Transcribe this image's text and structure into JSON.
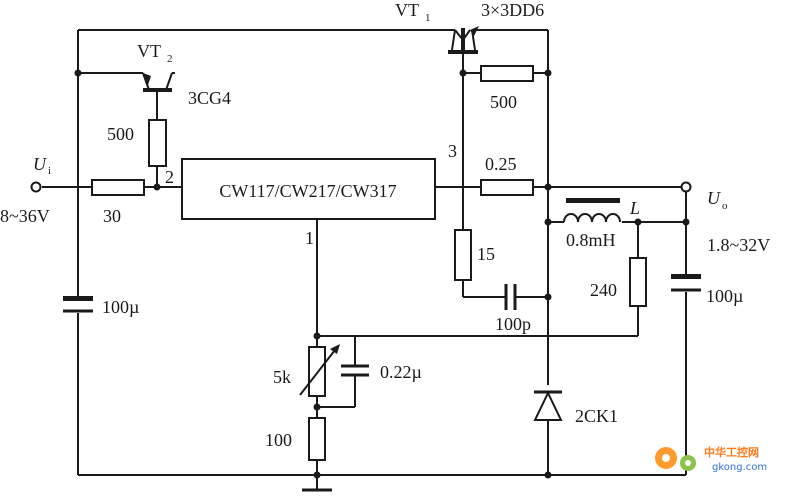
{
  "regulator": {
    "name": "CW117/CW217/CW317",
    "pin_adj": "1",
    "pin_in": "2",
    "pin_out": "3"
  },
  "transistors": {
    "vt1": {
      "label": "VT",
      "sub": "1",
      "part": "3×3DD6"
    },
    "vt2": {
      "label": "VT",
      "sub": "2",
      "part": "3CG4"
    }
  },
  "input": {
    "label": "U",
    "sub": "i",
    "range": "8~36V"
  },
  "output": {
    "label": "U",
    "sub": "o",
    "range": "1.8~32V"
  },
  "components": {
    "r500_vt2": "500",
    "r500_vt1": "500",
    "r30": "30",
    "r025": "0.25",
    "r15": "15",
    "c100p": "100p",
    "inductor_symbol": "L",
    "inductor_value": "0.8mH",
    "r240": "240",
    "c100u_in": "100µ",
    "c100u_out": "100µ",
    "pot5k": "5k",
    "c022": "0.22µ",
    "r100": "100",
    "diode": "2CK1"
  },
  "watermark": {
    "brand": "中华工控网",
    "url": "gkong.com"
  }
}
